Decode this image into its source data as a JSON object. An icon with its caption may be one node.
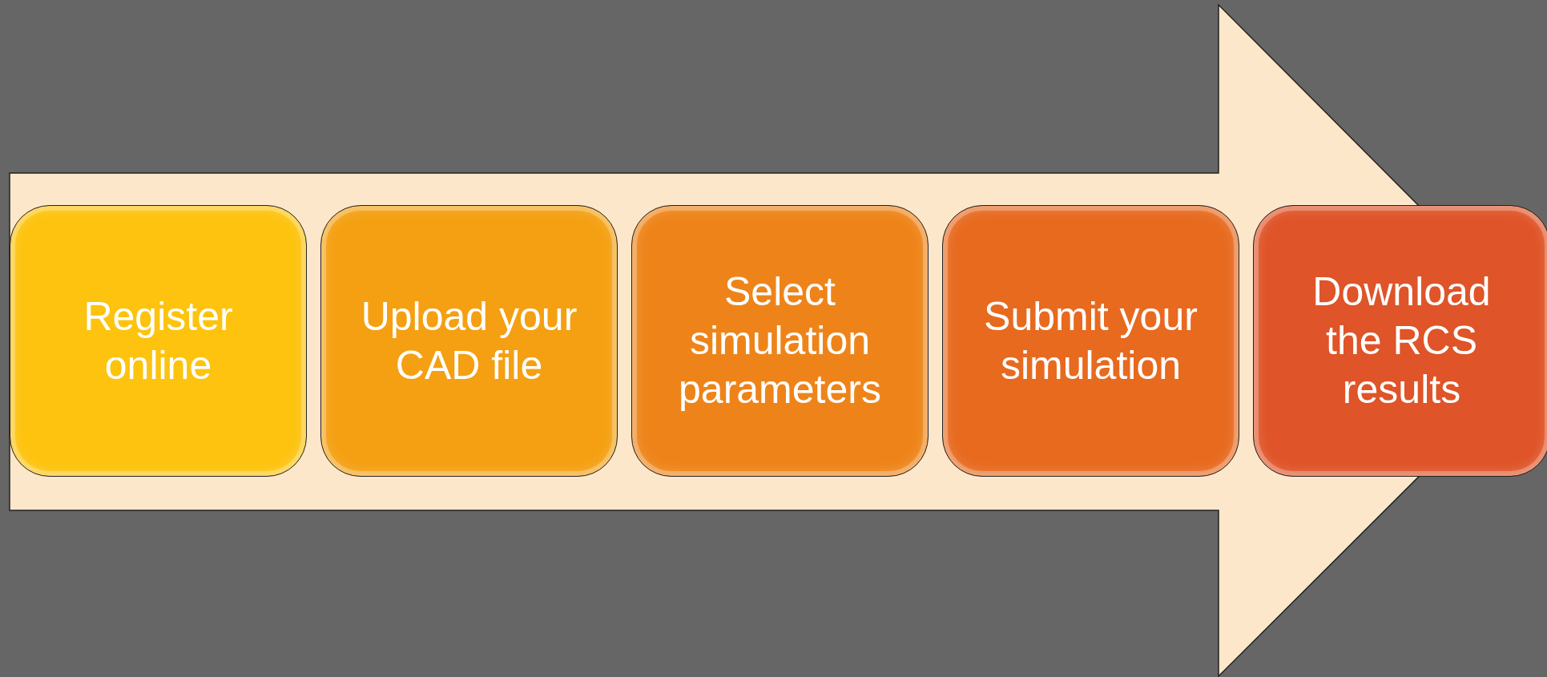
{
  "diagram": {
    "nodes": [
      {
        "text": [
          "Register online"
        ]
      },
      {
        "text": [
          "Upload your CAD file"
        ]
      },
      {
        "text": [
          "Select simulation parameters"
        ]
      },
      {
        "text": [
          "Submit your simulation"
        ]
      },
      {
        "text": [
          "Download the RCS results"
        ]
      }
    ],
    "edges": [
      {
        "from": 0,
        "to": 4,
        "arrow": "to"
      }
    ]
  }
}
